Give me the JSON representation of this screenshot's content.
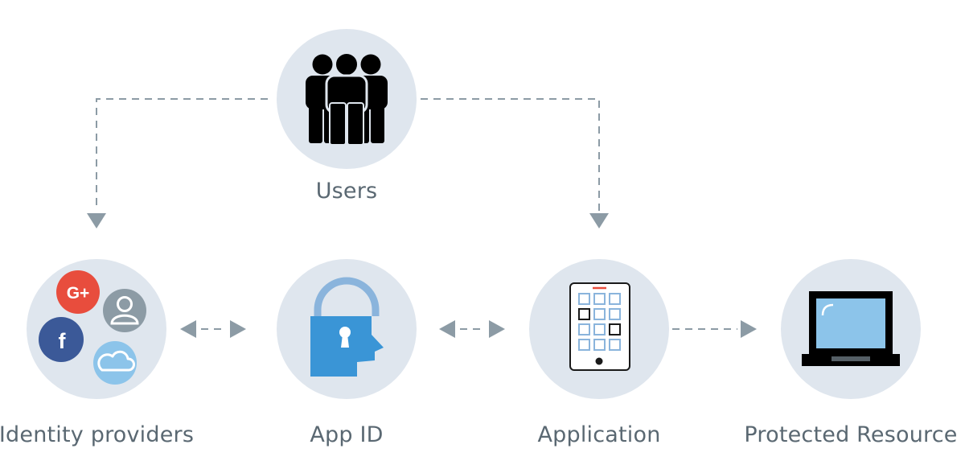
{
  "nodes": {
    "users": {
      "label": "Users"
    },
    "identity_providers": {
      "label": "Identity providers",
      "google_glyph": "G+",
      "facebook_glyph": "f"
    },
    "app_id": {
      "label": "App ID"
    },
    "application": {
      "label": "Application"
    },
    "protected_resource": {
      "label": "Protected Resource"
    }
  },
  "colors": {
    "circle_bg": "#dfe6ee",
    "connector": "#8c9ba5",
    "label_text": "#5a6872",
    "google": "#e84d3d",
    "facebook": "#3b5998",
    "avatar": "#8c9ba5",
    "cloud": "#8cc4ea",
    "lock_blue": "#3a95d6",
    "lock_shackle": "#8ab4dc"
  },
  "icons": {
    "users": "group-of-people-icon",
    "identity_providers": "identity-providers-cluster-icon",
    "app_id": "lock-head-icon",
    "application": "tablet-icon",
    "protected_resource": "laptop-icon"
  }
}
